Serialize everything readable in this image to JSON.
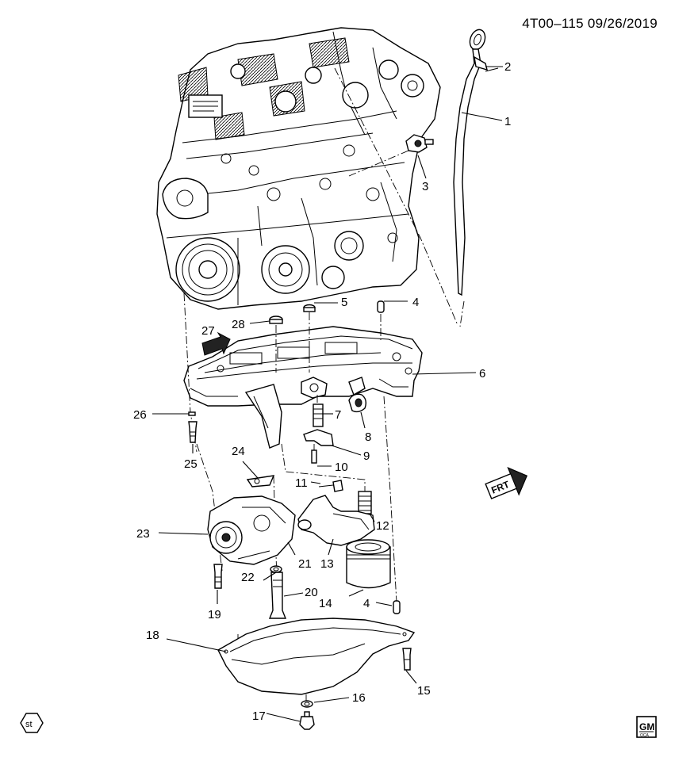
{
  "header": {
    "code": "4T00–115  09/26/2019"
  },
  "callouts": [
    {
      "id": "1",
      "text": "1"
    },
    {
      "id": "2",
      "text": "2"
    },
    {
      "id": "3",
      "text": "3"
    },
    {
      "id": "4a",
      "text": "4"
    },
    {
      "id": "4b",
      "text": "4"
    },
    {
      "id": "5",
      "text": "5"
    },
    {
      "id": "6",
      "text": "6"
    },
    {
      "id": "7",
      "text": "7"
    },
    {
      "id": "8",
      "text": "8"
    },
    {
      "id": "9",
      "text": "9"
    },
    {
      "id": "10",
      "text": "10"
    },
    {
      "id": "11",
      "text": "11"
    },
    {
      "id": "12",
      "text": "12"
    },
    {
      "id": "13",
      "text": "13"
    },
    {
      "id": "14",
      "text": "14"
    },
    {
      "id": "15",
      "text": "15"
    },
    {
      "id": "16",
      "text": "16"
    },
    {
      "id": "17",
      "text": "17"
    },
    {
      "id": "18",
      "text": "18"
    },
    {
      "id": "19",
      "text": "19"
    },
    {
      "id": "20",
      "text": "20"
    },
    {
      "id": "21",
      "text": "21"
    },
    {
      "id": "22",
      "text": "22"
    },
    {
      "id": "23",
      "text": "23"
    },
    {
      "id": "24",
      "text": "24"
    },
    {
      "id": "25",
      "text": "25"
    },
    {
      "id": "26",
      "text": "26"
    },
    {
      "id": "27",
      "text": "27"
    },
    {
      "id": "28",
      "text": "28"
    }
  ],
  "front_marker": {
    "text": "FRT"
  },
  "st_badge": {
    "text": "st"
  },
  "logo": {
    "text": "GM",
    "sub": "OCA"
  }
}
